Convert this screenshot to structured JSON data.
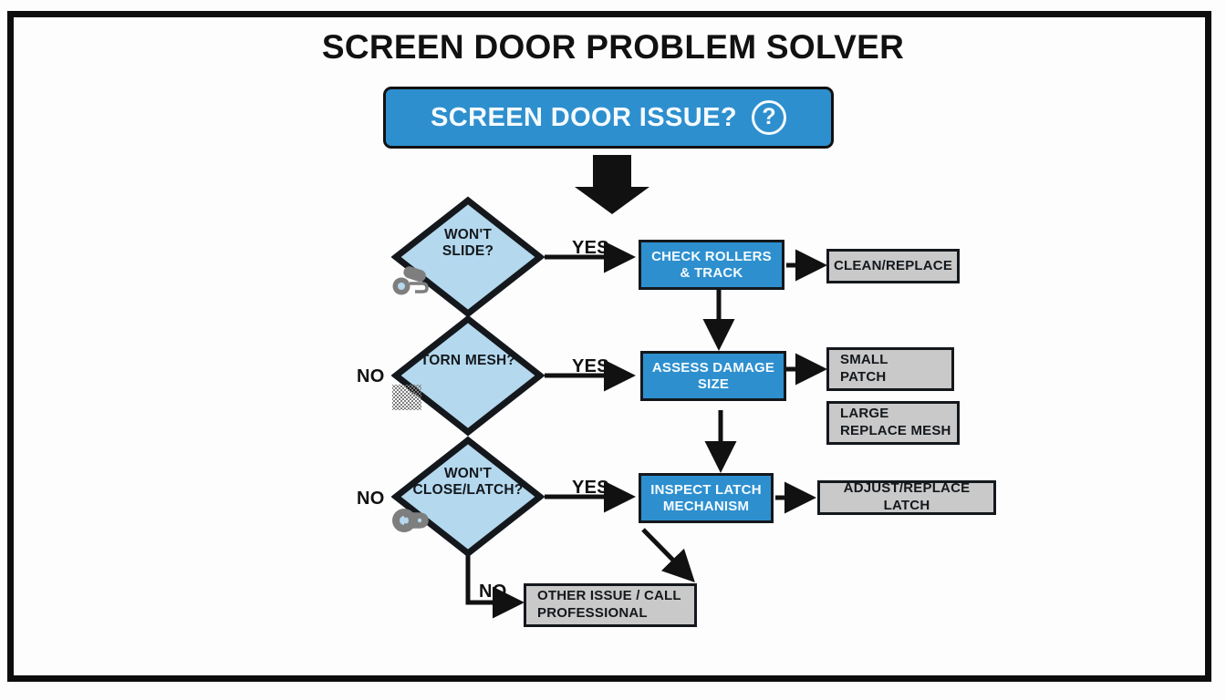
{
  "page": {
    "title": "SCREEN DOOR PROBLEM SOLVER"
  },
  "header": {
    "label": "SCREEN DOOR ISSUE?",
    "help_icon": "question-mark-icon",
    "help_glyph": "?",
    "color": "#2E8FCE"
  },
  "colors": {
    "accent_blue": "#2E8FCE",
    "diamond_blue": "#B4D8EE",
    "result_gray": "#C9C9C9",
    "outline": "#111111",
    "icon_gray": "#7E7E7E",
    "text_light": "#F4FBFF"
  },
  "decisions": [
    {
      "id": "wont-slide",
      "label_line1": "WON'T",
      "label_line2": "SLIDE?",
      "icon": "roller-wheel-icon",
      "yes_label": "YES",
      "no_label": ""
    },
    {
      "id": "torn-mesh",
      "label_line1": "TORN MESH?",
      "label_line2": "",
      "icon": "mesh-grid-icon",
      "yes_label": "YES",
      "no_label": "NO"
    },
    {
      "id": "wont-close-latch",
      "label_line1": "WON'T",
      "label_line2": "CLOSE/LATCH?",
      "icon": "padlock-latch-icon",
      "yes_label": "YES",
      "no_label": "NO"
    }
  ],
  "actions": [
    {
      "id": "check-rollers",
      "line1": "CHECK ROLLERS",
      "line2": "& TRACK"
    },
    {
      "id": "assess-damage",
      "line1": "ASSESS DAMAGE",
      "line2": "SIZE"
    },
    {
      "id": "inspect-latch",
      "line1": "INSPECT LATCH",
      "line2": "MECHANISM"
    }
  ],
  "results": [
    {
      "id": "clean-replace",
      "line1": "CLEAN/REPLACE",
      "line2": ""
    },
    {
      "id": "small-patch",
      "line1": "SMALL",
      "line2": "PATCH"
    },
    {
      "id": "large-replace-mesh",
      "line1": "LARGE",
      "line2": "REPLACE MESH"
    },
    {
      "id": "adjust-replace-latch",
      "line1": "ADJUST/REPLACE LATCH",
      "line2": ""
    },
    {
      "id": "other-issue",
      "line1": "OTHER ISSUE / CALL",
      "line2": "PROFESSIONAL"
    }
  ],
  "edge_labels": {
    "yes1": "YES",
    "yes2": "YES",
    "yes3": "YES",
    "no1": "NO",
    "no2": "NO",
    "no3": "NO"
  }
}
